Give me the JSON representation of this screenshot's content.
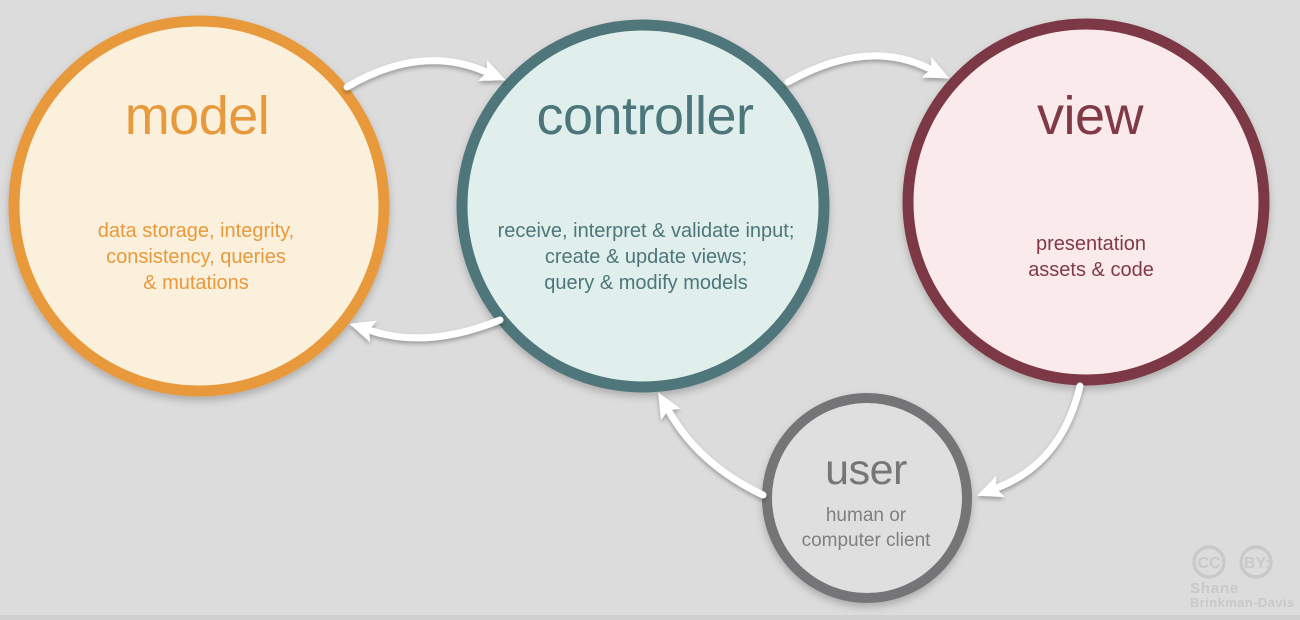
{
  "canvas": {
    "background_color": "#dcdcdc",
    "bottom_edge_color": "#d0d0d0"
  },
  "nodes": {
    "model": {
      "title": "model",
      "description_lines": [
        "data storage, integrity,",
        "consistency, queries",
        "& mutations"
      ],
      "fill": "#faf0db",
      "border_color": "#e8993b",
      "text_color": "#e8993c"
    },
    "controller": {
      "title": "controller",
      "description_lines": [
        "receive, interpret & validate input;",
        "create & update views;",
        "query & modify models"
      ],
      "fill": "#e0efec",
      "border_color": "#50767a",
      "text_color": "#4d767b"
    },
    "view": {
      "title": "view",
      "description_lines": [
        "presentation",
        "assets & code"
      ],
      "fill": "#fbeaec",
      "border_color": "#7c3744",
      "text_color": "#803a45"
    },
    "user": {
      "title": "user",
      "description_lines": [
        "human or",
        "computer client"
      ],
      "fill": "#dfdfdf",
      "border_color": "#747477",
      "title_color": "#767679",
      "text_color": "#7f7f82"
    }
  },
  "arrows": {
    "color": "#ffffff"
  },
  "attribution": {
    "cc_label": "CC",
    "by_label": "BY:",
    "author_line1": "Shane",
    "author_line2": "Brinkman-Davis",
    "color": "#c9c9c9"
  }
}
